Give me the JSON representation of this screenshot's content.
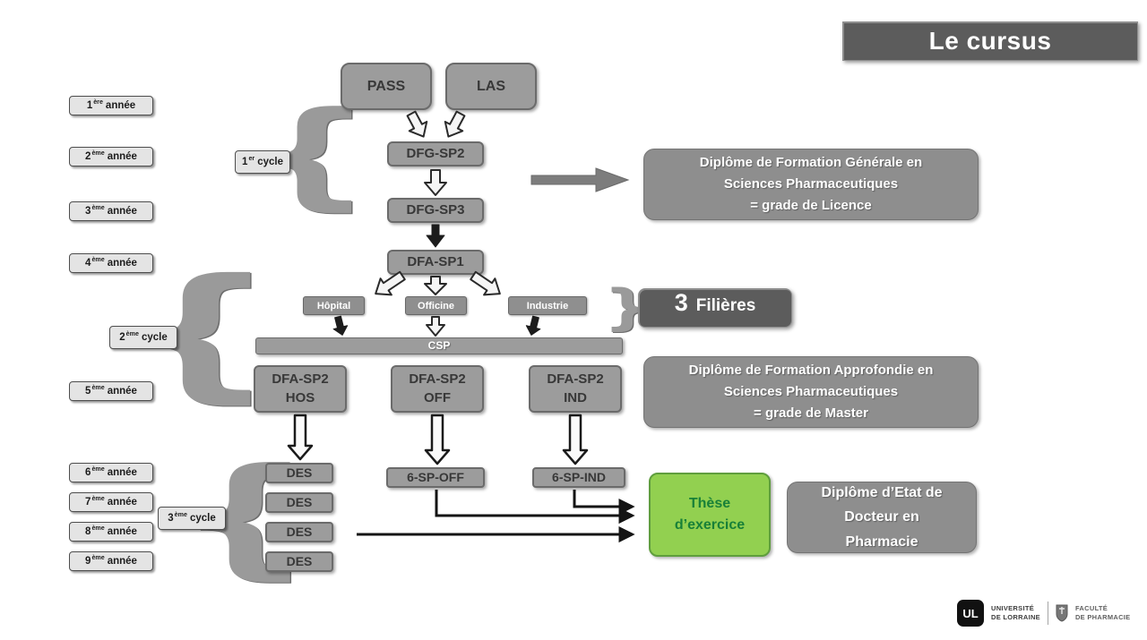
{
  "title": "Le cursus",
  "years": [
    {
      "num": "1",
      "ord": "ère",
      "word": "année"
    },
    {
      "num": "2",
      "ord": "ème",
      "word": "année"
    },
    {
      "num": "3",
      "ord": "ème",
      "word": "année"
    },
    {
      "num": "4",
      "ord": "ème",
      "word": "année"
    },
    {
      "num": "5",
      "ord": "ème",
      "word": "année"
    },
    {
      "num": "6",
      "ord": "ème",
      "word": "année"
    },
    {
      "num": "7",
      "ord": "ème",
      "word": "année"
    },
    {
      "num": "8",
      "ord": "ème",
      "word": "année"
    },
    {
      "num": "9",
      "ord": "ème",
      "word": "année"
    }
  ],
  "cycles": [
    {
      "num": "1",
      "ord": "er",
      "word": "cycle"
    },
    {
      "num": "2",
      "ord": "ème",
      "word": "cycle"
    },
    {
      "num": "3",
      "ord": "ème",
      "word": "cycle"
    }
  ],
  "flow": {
    "pass": "PASS",
    "las": "LAS",
    "dfg_sp2": "DFG-SP2",
    "dfg_sp3": "DFG-SP3",
    "dfa_sp1": "DFA-SP1",
    "hopital": "Hôpital",
    "officine": "Officine",
    "industrie": "Industrie",
    "csp": "CSP",
    "dfa_sp2_hos": "DFA-SP2\nHOS",
    "dfa_sp2_off": "DFA-SP2\nOFF",
    "dfa_sp2_ind": "DFA-SP2\nIND",
    "des": [
      "DES",
      "DES",
      "DES",
      "DES"
    ],
    "six_sp_off": "6-SP-OFF",
    "six_sp_ind": "6-SP-IND",
    "these": "Thèse\nd’exercice"
  },
  "info": {
    "licence": "Diplôme de Formation Générale en\nSciences Pharmaceutiques\n= grade de Licence",
    "filieres_number": "3",
    "filieres_label": "Filières",
    "master": "Diplôme de Formation Approfondie en\nSciences Pharmaceutiques\n= grade de Master",
    "doctorat": "Diplôme d’Etat de\nDocteur en\nPharmacie"
  },
  "glyphs": {
    "brace_left": "{",
    "brace_right": "}"
  },
  "footer": {
    "logo": "UL",
    "university": "UNIVERSITÉ\nDE LORRAINE",
    "faculty": "FACULTÉ\nDE PHARMACIE"
  },
  "colors": {
    "node_gray": "#9c9c9c",
    "info_gray": "#8e8e8e",
    "dark_gray": "#5c5c5c",
    "green_fill": "#92d050",
    "green_border": "#5f9e3d"
  }
}
